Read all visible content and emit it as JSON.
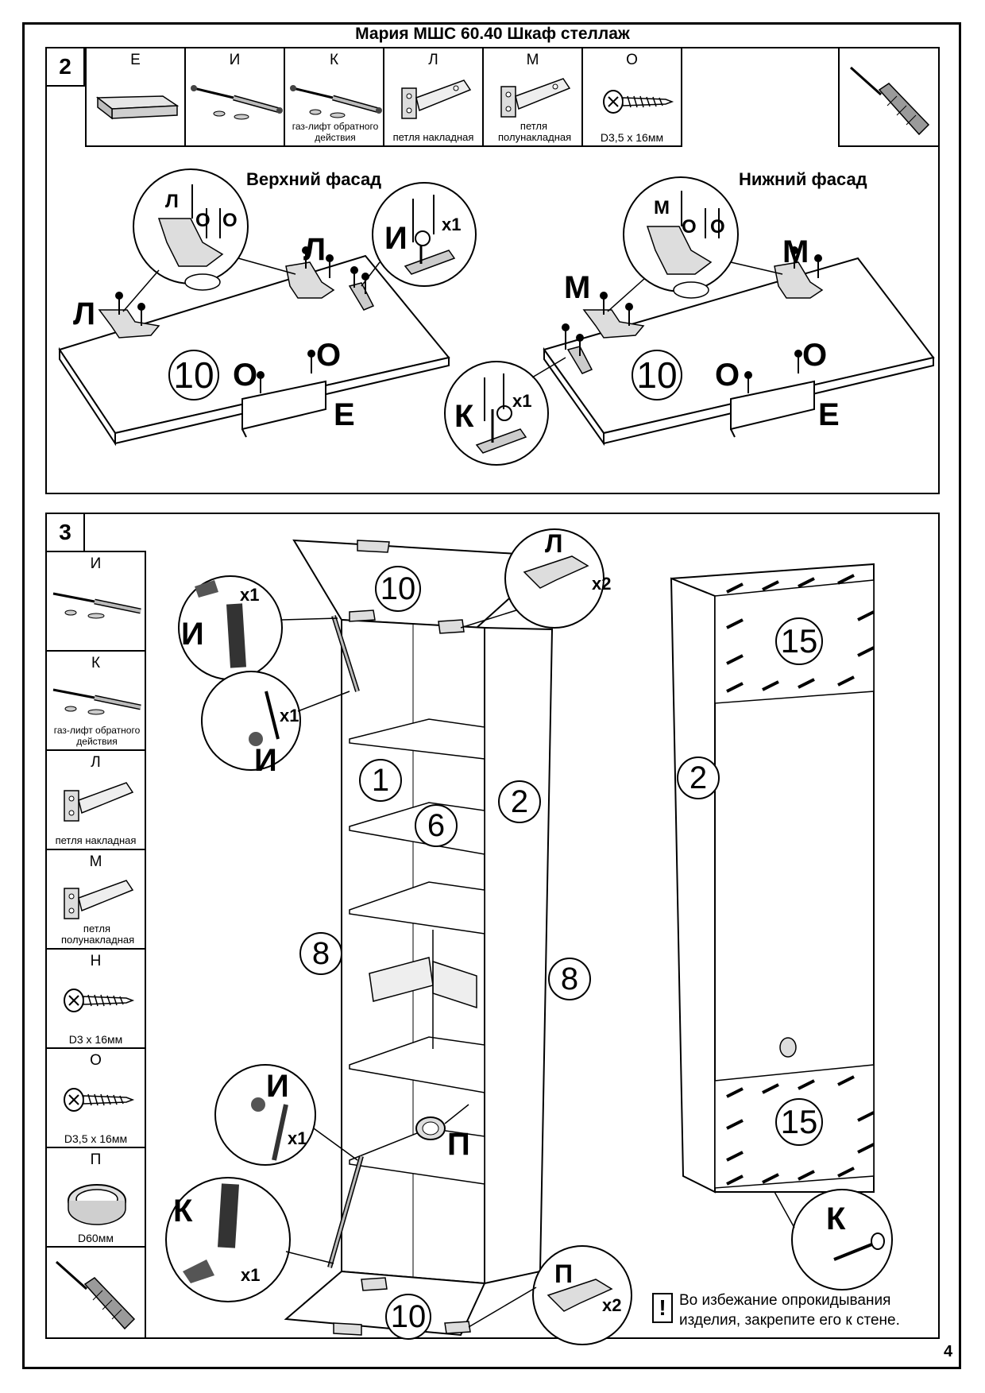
{
  "title": "Мария МШС 60.40 Шкаф стеллаж",
  "page_number": "4",
  "step2": {
    "number": "2",
    "parts": [
      {
        "letter": "Е",
        "caption": ""
      },
      {
        "letter": "И",
        "caption": ""
      },
      {
        "letter": "К",
        "caption": "газ-лифт обратного действия"
      },
      {
        "letter": "Л",
        "caption": "петля накладная"
      },
      {
        "letter": "М",
        "caption": "петля полунакладная"
      },
      {
        "letter": "О",
        "caption": "D3,5 х 16мм"
      }
    ],
    "tool_icon": "screwdriver-icon",
    "upper_heading": "Верхний фасад",
    "lower_heading": "Нижний фасад",
    "upper": {
      "panel": "10",
      "hinge": "Л",
      "lift": "И",
      "lift_qty": "x1",
      "screw": "О",
      "handle": "Е"
    },
    "lower": {
      "panel": "10",
      "hinge": "М",
      "lift": "К",
      "lift_qty": "x1",
      "screw": "О",
      "handle": "Е"
    }
  },
  "step3": {
    "number": "3",
    "parts": [
      {
        "letter": "И",
        "caption": ""
      },
      {
        "letter": "К",
        "caption": "газ-лифт обратного действия"
      },
      {
        "letter": "Л",
        "caption": "петля накладная"
      },
      {
        "letter": "М",
        "caption": "петля полунакладная"
      },
      {
        "letter": "Н",
        "caption": "D3 х 16мм"
      },
      {
        "letter": "О",
        "caption": "D3,5 х 16мм"
      },
      {
        "letter": "П",
        "caption": "D60мм"
      }
    ],
    "tool_icon": "screwdriver-icon",
    "labels": {
      "top_door": "10",
      "bottom_door": "10",
      "left_side": "1",
      "right_side": "2",
      "shelf": "6",
      "divider_left": "8",
      "divider_right": "8",
      "back_top": "15",
      "back_bottom": "15",
      "back_side": "2",
      "lift_upper": "И",
      "lift_lower_top": "И",
      "lift_lower": "К",
      "hinge_top": "Л",
      "hinge_bottom": "П",
      "grommet": "П",
      "screw_back": "К",
      "qty_x1": "x1",
      "qty_x2": "x2"
    },
    "warning_mark": "!",
    "warning_line1": "Во избежание опрокидывания",
    "warning_line2": "изделия, закрепите его к стене."
  }
}
